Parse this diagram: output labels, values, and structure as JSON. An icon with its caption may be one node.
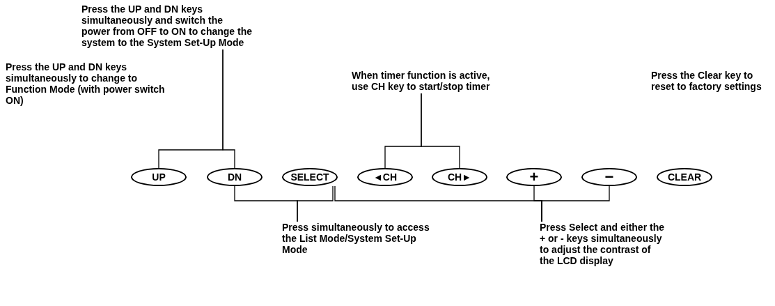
{
  "diagram": {
    "nodes": [
      {
        "text": [
          "Press the UP and DN keys simultaneously and switch the power from OFF to ON to change the system to the System Set-Up Mode"
        ]
      },
      {
        "text": [
          "When timer function is active, use CH key to start/stop timer"
        ]
      },
      {
        "text": [
          "UP"
        ]
      },
      {
        "text": [
          "DN"
        ]
      },
      {
        "text": [
          "SELECT"
        ]
      },
      {
        "text": [
          "◄CH"
        ]
      },
      {
        "text": [
          "CH►"
        ]
      },
      {
        "text": [
          "+"
        ]
      },
      {
        "text": [
          "−"
        ]
      },
      {
        "text": [
          "CLEAR"
        ]
      },
      {
        "text": [
          "Press simultaneously to access the List Mode/System Set-Up Mode"
        ]
      },
      {
        "text": [
          "Press Select  and either the + or - keys simultaneously to adjust the contrast of the LCD display"
        ]
      }
    ],
    "edges": [
      {
        "from": 0,
        "to": 2,
        "arrow": "none"
      },
      {
        "from": 0,
        "to": 3,
        "arrow": "none"
      },
      {
        "from": 1,
        "to": 5,
        "arrow": "none"
      },
      {
        "from": 1,
        "to": 6,
        "arrow": "none"
      },
      {
        "from": 10,
        "to": 3,
        "arrow": "none"
      },
      {
        "from": 10,
        "to": 4,
        "arrow": "none"
      },
      {
        "from": 11,
        "to": 4,
        "arrow": "none"
      },
      {
        "from": 11,
        "to": 7,
        "arrow": "none"
      },
      {
        "from": 11,
        "to": 8,
        "arrow": "none"
      }
    ],
    "labels": [
      "Press the UP and DN keys simultaneously to change to Function Mode (with power switch ON)",
      "Press the Clear key to reset to factory settings"
    ]
  }
}
